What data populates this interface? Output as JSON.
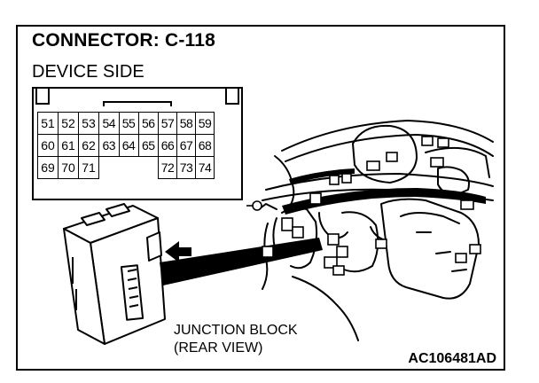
{
  "diagram": {
    "title": "CONNECTOR: C-118",
    "subtitle": "DEVICE SIDE",
    "connector_pins": [
      [
        "51",
        "52",
        "53",
        "54",
        "55",
        "56",
        "57",
        "58",
        "59"
      ],
      [
        "60",
        "61",
        "62",
        "63",
        "64",
        "65",
        "66",
        "67",
        "68"
      ],
      [
        "69",
        "70",
        "71",
        "",
        "",
        "",
        "72",
        "73",
        "74"
      ]
    ],
    "callout_line1": "JUNCTION BLOCK",
    "callout_line2": "(REAR VIEW)",
    "figure_code": "AC106481AD"
  }
}
